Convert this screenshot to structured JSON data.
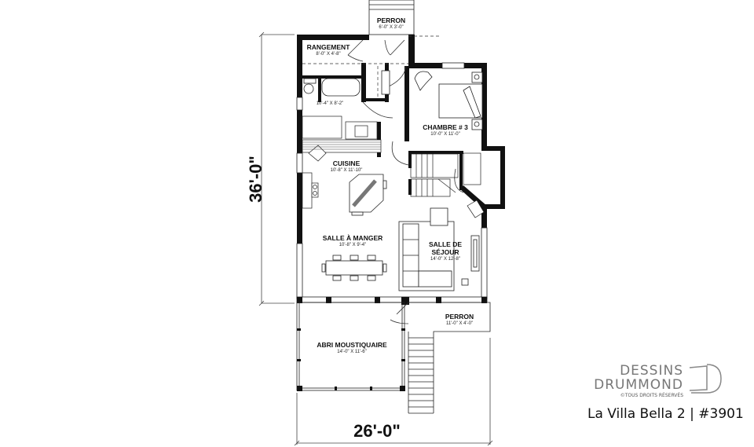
{
  "plan": {
    "overall_dimensions": {
      "depth": "36'-0\"",
      "width": "26'-0\""
    },
    "rooms": [
      {
        "name": "PERRON",
        "dim": "6'-0\" X 3'-0\""
      },
      {
        "name": "RANGEMENT",
        "dim": "8'-0\" X 4'-8\""
      },
      {
        "name": "",
        "dim": "10'-4\" X 8'-2\""
      },
      {
        "name": "CHAMBRE # 3",
        "dim": "10'-0\" X 11'-0\""
      },
      {
        "name": "CUISINE",
        "dim": "10'-8\" X 11'-10\""
      },
      {
        "name": "SALLE À MANGER",
        "dim": "10'-8\" X 9'-4\""
      },
      {
        "name": "SALLE DE",
        "name2": "SÉJOUR",
        "dim": "14'-0\" X 12'-8\""
      },
      {
        "name": "PERRON",
        "dim": "11'-0\" X 4'-0\""
      },
      {
        "name": "ABRI MOUSTIQUAIRE",
        "dim": "14'-0\" X 11'-6\""
      }
    ]
  },
  "branding": {
    "line1": "DESSINS",
    "line2": "DRUMMOND",
    "copyright": "©TOUS DROITS RÉSERVÉS",
    "logo_icon": "drummond-d-logo-icon"
  },
  "title": "La Villa Bella 2 | #3901",
  "colors": {
    "wall": "#111111",
    "line": "#333333",
    "brand": "#777777",
    "background": "#ffffff"
  }
}
